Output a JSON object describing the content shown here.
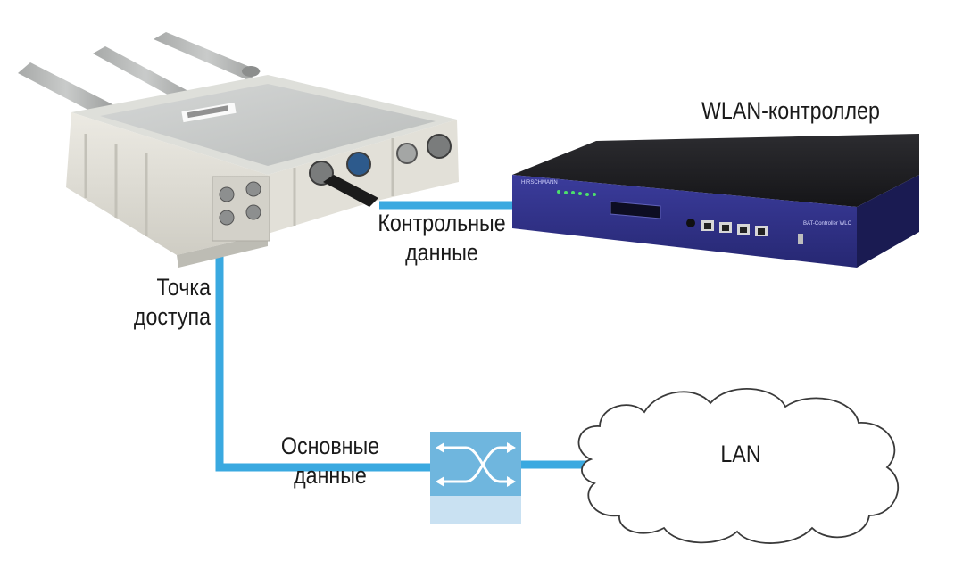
{
  "labels": {
    "controller": "WLAN-контроллер",
    "control_data_line1": "Контрольные",
    "control_data_line2": "данные",
    "access_point_line1": "Точка",
    "access_point_line2": "доступа",
    "main_data_line1": "Основные",
    "main_data_line2": "данные",
    "lan": "LAN"
  },
  "device_text": {
    "controller_brand": "HIRSCHMANN",
    "controller_model": "BAT-Controller WLC"
  },
  "colors": {
    "link": "#3aa9e0",
    "controller_body": "#2e2f86",
    "switch_top": "#6fb6de",
    "switch_bottom": "#c9e1f2",
    "cloud_stroke": "#3a3a3a"
  }
}
